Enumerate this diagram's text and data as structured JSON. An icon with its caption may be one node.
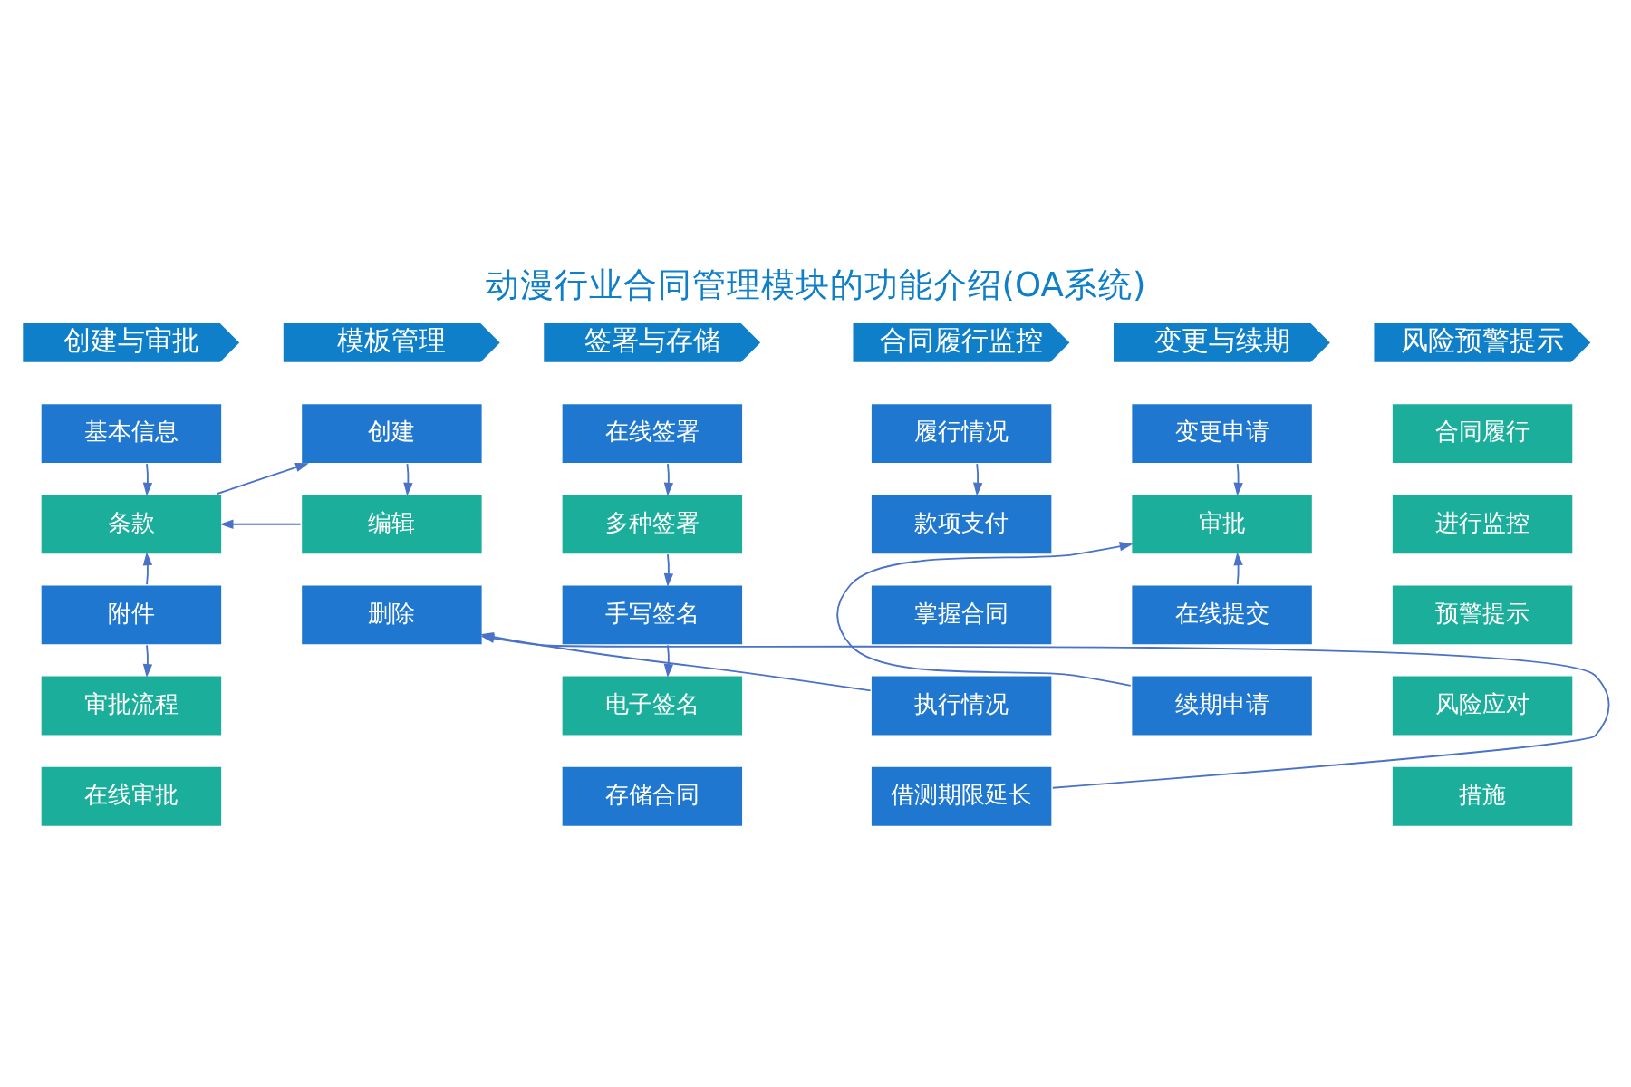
{
  "diagram": {
    "title": "动漫行业合同管理模块的功能介绍(OA系统)",
    "nodes": [
      {
        "text": [
          "创建与审批"
        ]
      },
      {
        "text": [
          "模板管理"
        ]
      },
      {
        "text": [
          "签署与存储"
        ]
      },
      {
        "text": [
          "合同履行监控"
        ]
      },
      {
        "text": [
          "变更与续期"
        ]
      },
      {
        "text": [
          "风险预警提示"
        ]
      },
      {
        "text": [
          "基本信息"
        ]
      },
      {
        "text": [
          "条款"
        ]
      },
      {
        "text": [
          "附件"
        ]
      },
      {
        "text": [
          "审批流程"
        ]
      },
      {
        "text": [
          "在线审批"
        ]
      },
      {
        "text": [
          "创建"
        ]
      },
      {
        "text": [
          "编辑"
        ]
      },
      {
        "text": [
          "删除"
        ]
      },
      {
        "text": [
          "在线签署"
        ]
      },
      {
        "text": [
          "多种签署"
        ]
      },
      {
        "text": [
          "手写签名"
        ]
      },
      {
        "text": [
          "电子签名"
        ]
      },
      {
        "text": [
          "存储合同"
        ]
      },
      {
        "text": [
          "履行情况"
        ]
      },
      {
        "text": [
          "款项支付"
        ]
      },
      {
        "text": [
          "掌握合同"
        ]
      },
      {
        "text": [
          "执行情况"
        ]
      },
      {
        "text": [
          "借测期限延长"
        ]
      },
      {
        "text": [
          "变更申请"
        ]
      },
      {
        "text": [
          "审批"
        ]
      },
      {
        "text": [
          "在线提交"
        ]
      },
      {
        "text": [
          "续期申请"
        ]
      },
      {
        "text": [
          "合同履行"
        ]
      },
      {
        "text": [
          "进行监控"
        ]
      },
      {
        "text": [
          "预警提示"
        ]
      },
      {
        "text": [
          "风险应对"
        ]
      },
      {
        "text": [
          "措施"
        ]
      }
    ],
    "edges": [
      {
        "from": 6,
        "to": 7,
        "arrow": "to"
      },
      {
        "from": 8,
        "to": 7,
        "arrow": "to"
      },
      {
        "from": 8,
        "to": 9,
        "arrow": "to"
      },
      {
        "from": 7,
        "to": 11,
        "arrow": "to"
      },
      {
        "from": 11,
        "to": 12,
        "arrow": "to"
      },
      {
        "from": 12,
        "to": 7,
        "arrow": "to"
      },
      {
        "from": 14,
        "to": 15,
        "arrow": "to"
      },
      {
        "from": 15,
        "to": 16,
        "arrow": "to"
      },
      {
        "from": 16,
        "to": 17,
        "arrow": "to"
      },
      {
        "from": 19,
        "to": 20,
        "arrow": "to"
      },
      {
        "from": 22,
        "to": 13,
        "arrow": "to"
      },
      {
        "from": 23,
        "to": 13,
        "arrow": "to"
      },
      {
        "from": 24,
        "to": 25,
        "arrow": "to"
      },
      {
        "from": 26,
        "to": 25,
        "arrow": "to"
      },
      {
        "from": 27,
        "to": 25,
        "arrow": "to"
      }
    ]
  }
}
